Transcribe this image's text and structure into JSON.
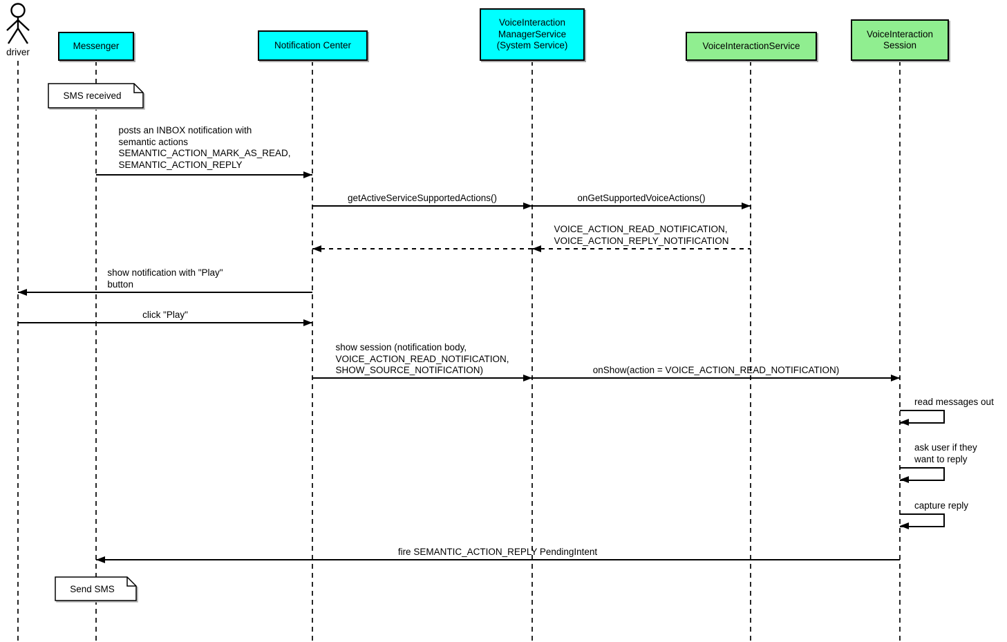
{
  "diagram": {
    "type": "uml-sequence-diagram",
    "colors": {
      "participant_cyan": "#00ffff",
      "participant_green": "#90ee90",
      "note_background": "#ffffff",
      "line_color": "#000000",
      "shadow": "#a9a9a9"
    }
  },
  "participants": {
    "driver": {
      "label": "driver",
      "kind": "actor"
    },
    "messenger": {
      "label": "Messenger",
      "kind": "object"
    },
    "notification_center": {
      "label": "Notification Center",
      "kind": "object"
    },
    "voice_interaction_manager_service": {
      "label": "VoiceInteraction\nManagerService\n(System Service)",
      "kind": "object"
    },
    "voice_interaction_service": {
      "label": "VoiceInteractionService",
      "kind": "object"
    },
    "voice_interaction_session": {
      "label": "VoiceInteraction\nSession",
      "kind": "object"
    }
  },
  "notes": {
    "sms_received": "SMS received",
    "send_sms": "Send SMS"
  },
  "messages": {
    "post_inbox": "posts an INBOX notification with\nsemantic actions\nSEMANTIC_ACTION_MARK_AS_READ,\nSEMANTIC_ACTION_REPLY",
    "get_active_service_supported_actions": "getActiveServiceSupportedActions()",
    "on_get_supported_voice_actions": "onGetSupportedVoiceActions()",
    "supported_actions_return": "VOICE_ACTION_READ_NOTIFICATION,\nVOICE_ACTION_REPLY_NOTIFICATION",
    "show_notification": "show notification with \"Play\"\nbutton",
    "click_play": "click \"Play\"",
    "show_session": "show session (notification body,\nVOICE_ACTION_READ_NOTIFICATION,\nSHOW_SOURCE_NOTIFICATION)",
    "on_show": "onShow(action = VOICE_ACTION_READ_NOTIFICATION)",
    "read_messages_out": "read messages out",
    "ask_user_reply": "ask user if they\nwant to reply",
    "capture_reply": "capture reply",
    "fire_reply_intent": "fire SEMANTIC_ACTION_REPLY PendingIntent"
  }
}
